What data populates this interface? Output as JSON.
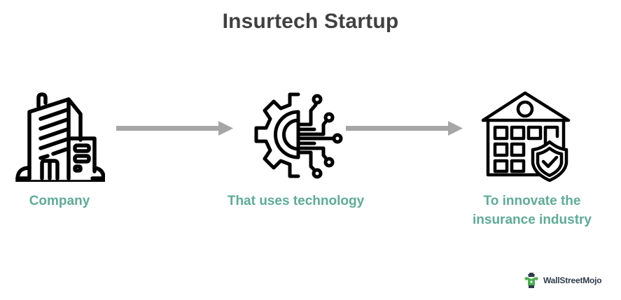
{
  "title": "Insurtech Startup",
  "steps": [
    {
      "label": "Company",
      "icon": "office-building-icon"
    },
    {
      "label": "That uses technology",
      "icon": "gear-circuit-icon"
    },
    {
      "label_line1": "To innovate the",
      "label_line2": "insurance industry",
      "icon": "insurance-building-shield-icon"
    }
  ],
  "arrows": [
    {
      "icon": "right-arrow-icon",
      "color": "#a6a6a6"
    },
    {
      "icon": "right-arrow-icon",
      "color": "#a6a6a6"
    }
  ],
  "colors": {
    "title": "#404040",
    "label": "#5fab96",
    "icon_stroke": "#000000",
    "arrow": "#a6a6a6"
  },
  "watermark": {
    "text": "WallStreetMojo",
    "icon": "wallstreetmojo-logo-icon"
  }
}
